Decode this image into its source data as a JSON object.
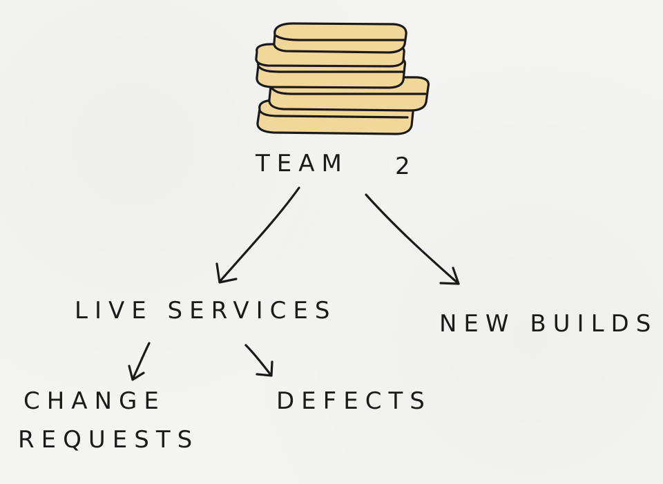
{
  "diagram": {
    "root": {
      "label_word": "TEAM",
      "label_number": "2",
      "icon": "coin-stack-icon"
    },
    "nodes": [
      {
        "id": "live-services",
        "label": "LIVE SERVICES"
      },
      {
        "id": "new-builds",
        "label": "NEW BUILDS"
      },
      {
        "id": "change-requests",
        "label_line1": "CHANGE",
        "label_line2": "REQUESTS"
      },
      {
        "id": "defects",
        "label": "DEFECTS"
      }
    ],
    "colors": {
      "ink": "#1a1a1a",
      "coin_fill": "#f2d79b",
      "coin_highlight": "#f8e6b9",
      "coin_shadow": "#e7c57c",
      "paper": "#f4f4f2"
    }
  }
}
